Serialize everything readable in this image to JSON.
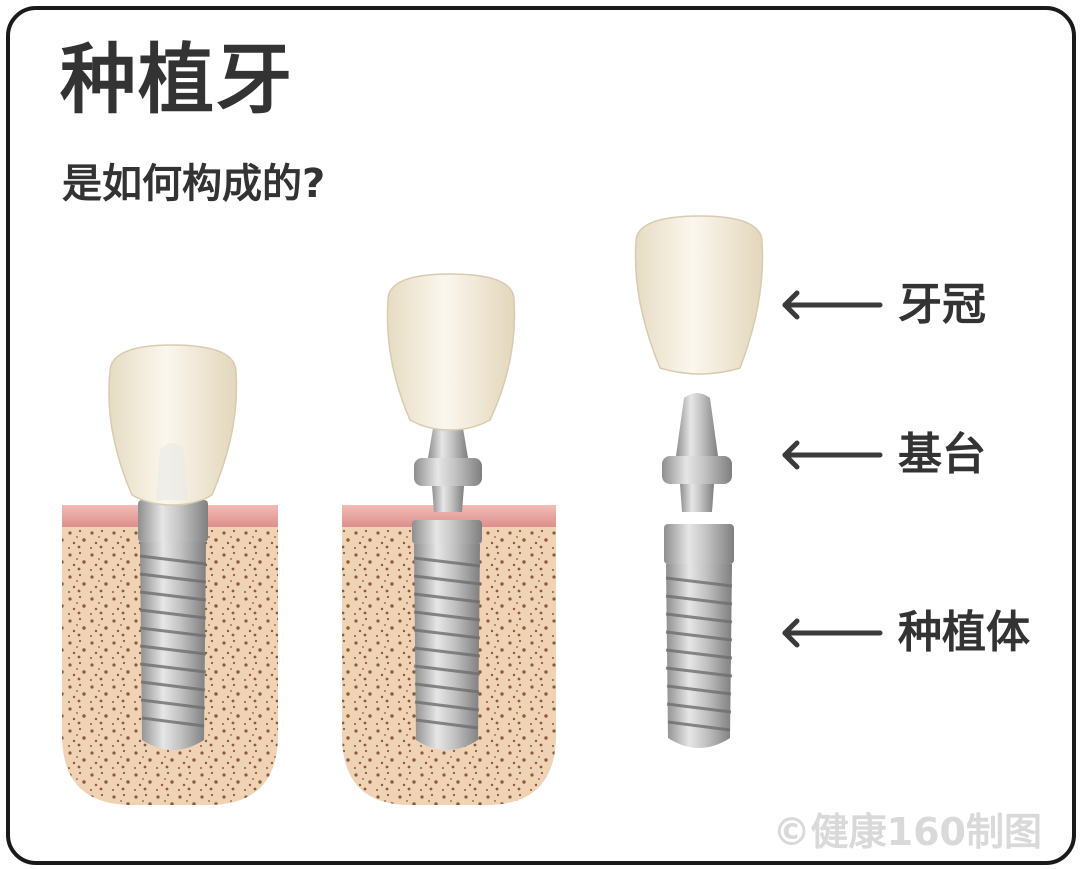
{
  "title": "种植牙",
  "subtitle": "是如何构成的?",
  "labels": {
    "crown": "牙冠",
    "abutment": "基台",
    "implant": "种植体"
  },
  "watermark": "©健康160制图",
  "colors": {
    "text": "#333333",
    "bone": "#f0d2b4",
    "gum": "#e8a7a3",
    "metal": "#b8b8b8",
    "crown": "#f3ecdc"
  }
}
